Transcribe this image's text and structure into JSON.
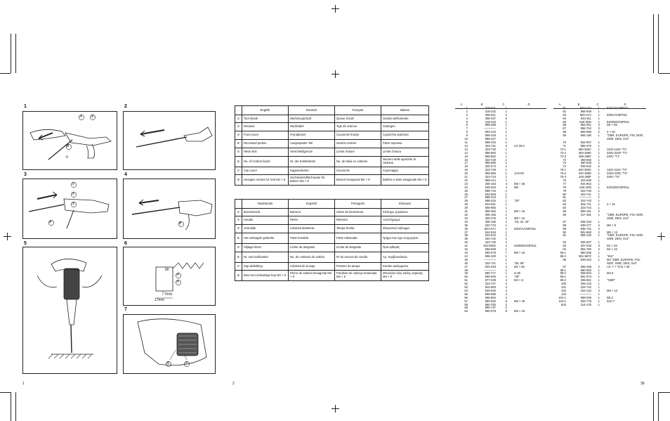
{
  "page_numbers": {
    "left": "1",
    "middle": "2",
    "right": "39"
  },
  "figures": [
    {
      "num": "1",
      "callouts": [
        "②",
        "③",
        "A",
        "①"
      ]
    },
    {
      "num": "2",
      "callouts": []
    },
    {
      "num": "3",
      "callouts": [
        "①",
        "②",
        "③",
        "A"
      ]
    },
    {
      "num": "4",
      "callouts": [
        "B"
      ]
    },
    {
      "num": "5",
      "callouts": []
    },
    {
      "num": "6",
      "callouts": [
        "80",
        "④",
        "⑤",
        "7mm",
        "17mm"
      ]
    },
    {
      "num": "7",
      "callouts": [
        "⑧",
        "⑦"
      ]
    }
  ],
  "table1": {
    "headers": [
      "English",
      "Deutsch",
      "Français",
      "Italiano"
    ],
    "rows": [
      [
        "①",
        "Tool shank",
        "Werkzeugschaft",
        "Queue d'outil",
        "Gambo dell'utensile"
      ],
      [
        "②",
        "Retainer",
        "Rückhalter",
        "Tige de retenue",
        "Sostegno"
      ],
      [
        "③",
        "Front cover",
        "Frontdeckel",
        "Couvercle frontal",
        "Coperchio anteriore"
      ],
      [
        "④",
        "Recessed portion",
        "Ausgesparter Teil",
        "Section rentrée",
        "Parte repressa"
      ],
      [
        "⑤",
        "Wear limit",
        "Verschleißgrenze",
        "Limite d'usure",
        "Limite d'usura"
      ],
      [
        "⑥",
        "No. of Carbon brush",
        "Nr. der Kohlebürste",
        "No. de balai en carbone",
        "Numero delle spazzole di carbone"
      ],
      [
        "⑦",
        "Cap cover",
        "Kappendeckel",
        "Couvercle",
        "Copri-tappo"
      ],
      [
        "⑧",
        "Hexagon socket hd. bolt M4 × 8",
        "Sechskantstiftschraube für Bolzen M4 × 8",
        "Boulon hexagonal M4 × 8",
        "Bullone a teste esagonale M4 × 8"
      ]
    ]
  },
  "table2": {
    "headers": [
      "Nederlands",
      "Español",
      "Português",
      "Ελληνικά"
    ],
    "rows": [
      [
        "①",
        "Boorschacht",
        "Barrena",
        "Haste da ferramenta",
        "Στέλεχος εργαλείου"
      ],
      [
        "②",
        "Houder",
        "Retén",
        "Retentor",
        "Αντιστήριγμα"
      ],
      [
        "③",
        "Voorzijde",
        "Cubierta delantera",
        "Tampa frontal",
        "Μπροστινό κάλυμμα"
      ],
      [
        "④",
        "Het verlaagde gedeelte",
        "Parte hendida",
        "Parte rebaixada",
        "Τμήμα που έχει εισχωρήσει"
      ],
      [
        "⑤",
        "Slijtage-limiet",
        "Límite de desgaste",
        "Limite de desgaste",
        "Όριο φθοράς"
      ],
      [
        "⑥",
        "Nr. van koolborstel",
        "No. de contacto de carbón",
        "Nº de escova de carvão",
        "Αρ. Καρβουνάκιών"
      ],
      [
        "⑦",
        "Kap-afdekking",
        "Cubierta de la tapa",
        "Protetor da tampa",
        "Καπάκι καλύμματος"
      ],
      [
        "⑧",
        "Bout met zeskantige kop M4 × 8",
        "Perno de cabeza hexagonal M4 × 8",
        "Parafuso de cabeça sextavada M4 × 8",
        "Μπουλόνι έξας κοίλης κεφαλής M4 × 8"
      ]
    ]
  },
  "parts_headers": [
    "A",
    "B",
    "C",
    "D"
  ],
  "parts_left": [
    [
      "1",
      "318-221",
      "1",
      ""
    ],
    [
      "2",
      "318-222",
      "1",
      ""
    ],
    [
      "3",
      "305-621",
      "2",
      ""
    ],
    [
      "4",
      "308-437",
      "6",
      ""
    ],
    [
      "5",
      "318-223",
      "1",
      ""
    ],
    [
      "6",
      "998-388",
      "1",
      ""
    ],
    [
      "7",
      "————",
      "1",
      ""
    ],
    [
      "8",
      "994-416",
      "1",
      ""
    ],
    [
      "9",
      "998-428",
      "1",
      ""
    ],
    [
      "10",
      "998-427",
      "1",
      ""
    ],
    [
      "11",
      "998-433",
      "1",
      ""
    ],
    [
      "12",
      "323-731",
      "2",
      "LD 26.5"
    ],
    [
      "13",
      "323-730",
      "1",
      ""
    ],
    [
      "14",
      "956-963",
      "1",
      ""
    ],
    [
      "15",
      "956-962",
      "1",
      ""
    ],
    [
      "16",
      "323-728",
      "1",
      ""
    ],
    [
      "17",
      "956-865",
      "1",
      ""
    ],
    [
      "18",
      "320-274",
      "1",
      ""
    ],
    [
      "19",
      "323-729",
      "1",
      ""
    ],
    [
      "20",
      "956-966",
      "1",
      "1AS-60"
    ],
    [
      "21",
      "323-724",
      "1",
      ""
    ],
    [
      "22",
      "998-414",
      "1",
      ""
    ],
    [
      "23",
      "306-163",
      "4",
      "M8 × 35"
    ],
    [
      "24",
      "949-403",
      "4",
      "M8"
    ],
    [
      "25",
      "998-715",
      "1",
      ""
    ],
    [
      "26",
      "944-828",
      "1",
      ""
    ],
    [
      "27",
      "998-413",
      "1",
      ""
    ],
    [
      "28",
      "998-434",
      "1",
      "\"29\""
    ],
    [
      "29",
      "944-821",
      "1",
      ""
    ],
    [
      "30",
      "956-955",
      "1",
      ""
    ],
    [
      "31",
      "998-364",
      "1",
      "M8 × 16"
    ],
    [
      "32",
      "306-166",
      "1",
      ""
    ],
    [
      "33",
      "320-275",
      "2",
      "M8 × 16"
    ],
    [
      "34",
      "306-165",
      "1",
      "\"18, 32, 33\""
    ],
    [
      "35",
      "323-723",
      "1",
      ""
    ],
    [
      "36",
      "620-2VV",
      "1",
      "6302VVCMPS2L"
    ],
    [
      "37",
      "944-818",
      "1",
      ""
    ],
    [
      "38",
      "944-815",
      "1",
      ""
    ],
    [
      "39",
      "323-722",
      "1",
      ""
    ],
    [
      "40",
      "323-725",
      "1",
      ""
    ],
    [
      "41",
      "620-DDD",
      "2",
      "6205DDCMPS2L"
    ],
    [
      "42",
      "956-949",
      "1",
      ""
    ],
    [
      "43",
      "990-079",
      "7",
      "M5 × 16"
    ],
    [
      "44",
      "998-430",
      "1",
      ""
    ],
    [
      "45",
      "————",
      "1",
      ""
    ],
    [
      "46",
      "323-721",
      "1",
      "\"56, 69\""
    ],
    [
      "47",
      "944-918",
      "2",
      "D5 × 65"
    ],
    [
      "48",
      "————",
      "1",
      ""
    ],
    [
      "49",
      "980-717",
      "1",
      "S-38"
    ],
    [
      "50",
      "990-945",
      "1",
      "\"49\""
    ],
    [
      "51",
      "877-039",
      "4",
      "M4 × 8"
    ],
    [
      "52",
      "323-727",
      "2",
      ""
    ],
    [
      "53",
      "944-860",
      "2",
      ""
    ],
    [
      "54",
      "940-040",
      "2",
      ""
    ],
    [
      "55",
      "999-086",
      "2",
      ""
    ],
    [
      "56",
      "956-864",
      "2",
      ""
    ],
    [
      "57",
      "990-940",
      "6",
      "M6 × 45"
    ],
    [
      "58",
      "980-750",
      "2",
      ""
    ],
    [
      "59",
      "980-727",
      "2",
      ""
    ],
    [
      "60",
      "990-078",
      "8",
      "M5 × 16"
    ]
  ],
  "parts_right": [
    [
      "61",
      "620-1VV",
      "1",
      "6201VVCMPS2I"
    ],
    [
      "62",
      "956-948",
      "1",
      ""
    ],
    [
      "63",
      "608-1VV",
      "1",
      "608VVCMPS2L"
    ],
    [
      "64",
      "944-911",
      "1",
      ""
    ],
    [
      "65",
      "620-3DD",
      "1",
      "6203DDCMPS2L"
    ],
    [
      "66",
      "983-251",
      "2",
      "D5 × 65"
    ],
    [
      "67",
      "956-764",
      "2",
      ""
    ],
    [
      "68",
      "956-958",
      "2",
      "4 × 16"
    ],
    [
      "69",
      "994-190",
      "1",
      "\"GBR, EUROPE, FIN, NOR, SWE, DEN, SUI\""
    ],
    [
      "70",
      "944-907",
      "1",
      ""
    ],
    [
      "71",
      "996-370",
      "1",
      ""
    ],
    [
      "72-1",
      "360-286C",
      "1",
      "110V-115V \"T1\""
    ],
    [
      "72-2",
      "360-286E",
      "1",
      "220V-240V \"T1\""
    ],
    [
      "72-3",
      "360-286F",
      "1",
      "240V \"T1\""
    ],
    [
      "72",
      "308-066",
      "1",
      ""
    ],
    [
      "73",
      "360-538",
      "1",
      ""
    ],
    [
      "74",
      "945-932",
      "2",
      ""
    ],
    [
      "75-1",
      "340-259C",
      "1",
      "110V-115V \"T4\""
    ],
    [
      "75-2",
      "340-259E",
      "1",
      "220V-230V \"T4\""
    ],
    [
      "75-3",
      "340-259F",
      "1",
      "240V \"T4\""
    ],
    [
      "76",
      "323-536",
      "1",
      ""
    ],
    [
      "77",
      "944-954",
      "1",
      ""
    ],
    [
      "78",
      "620-1DD",
      "1",
      "6201DDCMPS2L"
    ],
    [
      "79",
      "323-740",
      "1",
      ""
    ],
    [
      "80",
      "323-741",
      "1",
      ""
    ],
    [
      "81",
      "————",
      "1",
      ""
    ],
    [
      "82",
      "323-743",
      "1",
      ""
    ],
    [
      "83",
      "991-711",
      "1",
      "4 × 16"
    ],
    [
      "84",
      "323-744",
      "1",
      ""
    ],
    [
      "85",
      "958-161",
      "2",
      ""
    ],
    [
      "86",
      "317-481",
      "1",
      "\"GBR, EUROPE, FIN, NOR, SWE, DEN, SUI\""
    ],
    [
      "87",
      "938-153",
      "1",
      ""
    ],
    [
      "88",
      "939-477",
      "2",
      "M6 × 8"
    ],
    [
      "89",
      "938-731",
      "2",
      ""
    ],
    [
      "90",
      "991-660",
      "2",
      "M5 × 12"
    ],
    [
      "91",
      "958-140",
      "1",
      "\"GBR, EUROPE, FIN, NOR, SWE, DEN, SUI\""
    ],
    [
      "92",
      "938-307",
      "1",
      ""
    ],
    [
      "93",
      "307-028",
      "3",
      "D4 × 25"
    ],
    [
      "94",
      "984-750",
      "2",
      "D4 × 16"
    ],
    [
      "95-1",
      "960-266",
      "1",
      ""
    ],
    [
      "95-2",
      "991-867Z",
      "1",
      "\"SUI\""
    ],
    [
      "96",
      "949-423",
      "1",
      "M4 \"GBR, EUROPE, FIN, NOR, SWE, DEN, SUI\""
    ],
    [
      "97",
      "996-438",
      "2",
      "I.D. 7 × T0.5 × 50"
    ],
    [
      "98-1",
      "980-063",
      "1",
      ""
    ],
    [
      "98-2",
      "938-604",
      "1",
      "M4.0"
    ],
    [
      "99-1",
      "981-074",
      "1",
      ""
    ],
    [
      "99-2",
      "306-681",
      "1",
      "\"GBR\""
    ],
    [
      "100",
      "306-143",
      "1",
      ""
    ],
    [
      "101",
      "323-742",
      "1",
      ""
    ],
    [
      "102",
      "323-142",
      "4",
      "M6 × 12"
    ],
    [
      "103",
      "————",
      "1",
      ""
    ],
    [
      "104-1",
      "958-049",
      "1",
      "D8.2"
    ],
    [
      "104-2",
      "949-778",
      "1",
      "D10.7"
    ],
    [
      "503",
      "314-178",
      "1",
      ""
    ]
  ]
}
